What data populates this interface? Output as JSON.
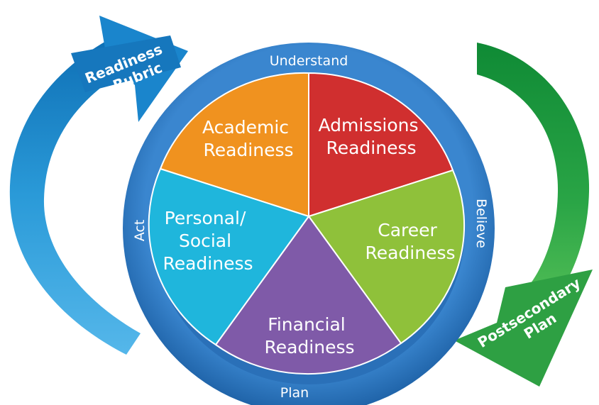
{
  "ring": {
    "top": "Understand",
    "right": "Believe",
    "bottom": "Plan",
    "left": "Act",
    "color": "#2e78c2"
  },
  "segments": [
    {
      "id": "academic",
      "lines": [
        "Academic",
        "Readiness"
      ],
      "color": "#f0921f"
    },
    {
      "id": "admissions",
      "lines": [
        "Admissions",
        "Readiness"
      ],
      "color": "#d02f2f"
    },
    {
      "id": "career",
      "lines": [
        "Career",
        "Readiness"
      ],
      "color": "#8fc13a"
    },
    {
      "id": "financial",
      "lines": [
        "Financial",
        "Readiness"
      ],
      "color": "#7f5aa8"
    },
    {
      "id": "personal-social",
      "lines": [
        "Personal/",
        "Social",
        "Readiness"
      ],
      "color": "#1fb6dc"
    }
  ],
  "arrows": {
    "left": {
      "lines": [
        "Readiness",
        "Rubric"
      ],
      "color": "#1e8bd0"
    },
    "right": {
      "lines": [
        "Postsecondary",
        "Plan"
      ],
      "color": "#2e9e40"
    }
  }
}
